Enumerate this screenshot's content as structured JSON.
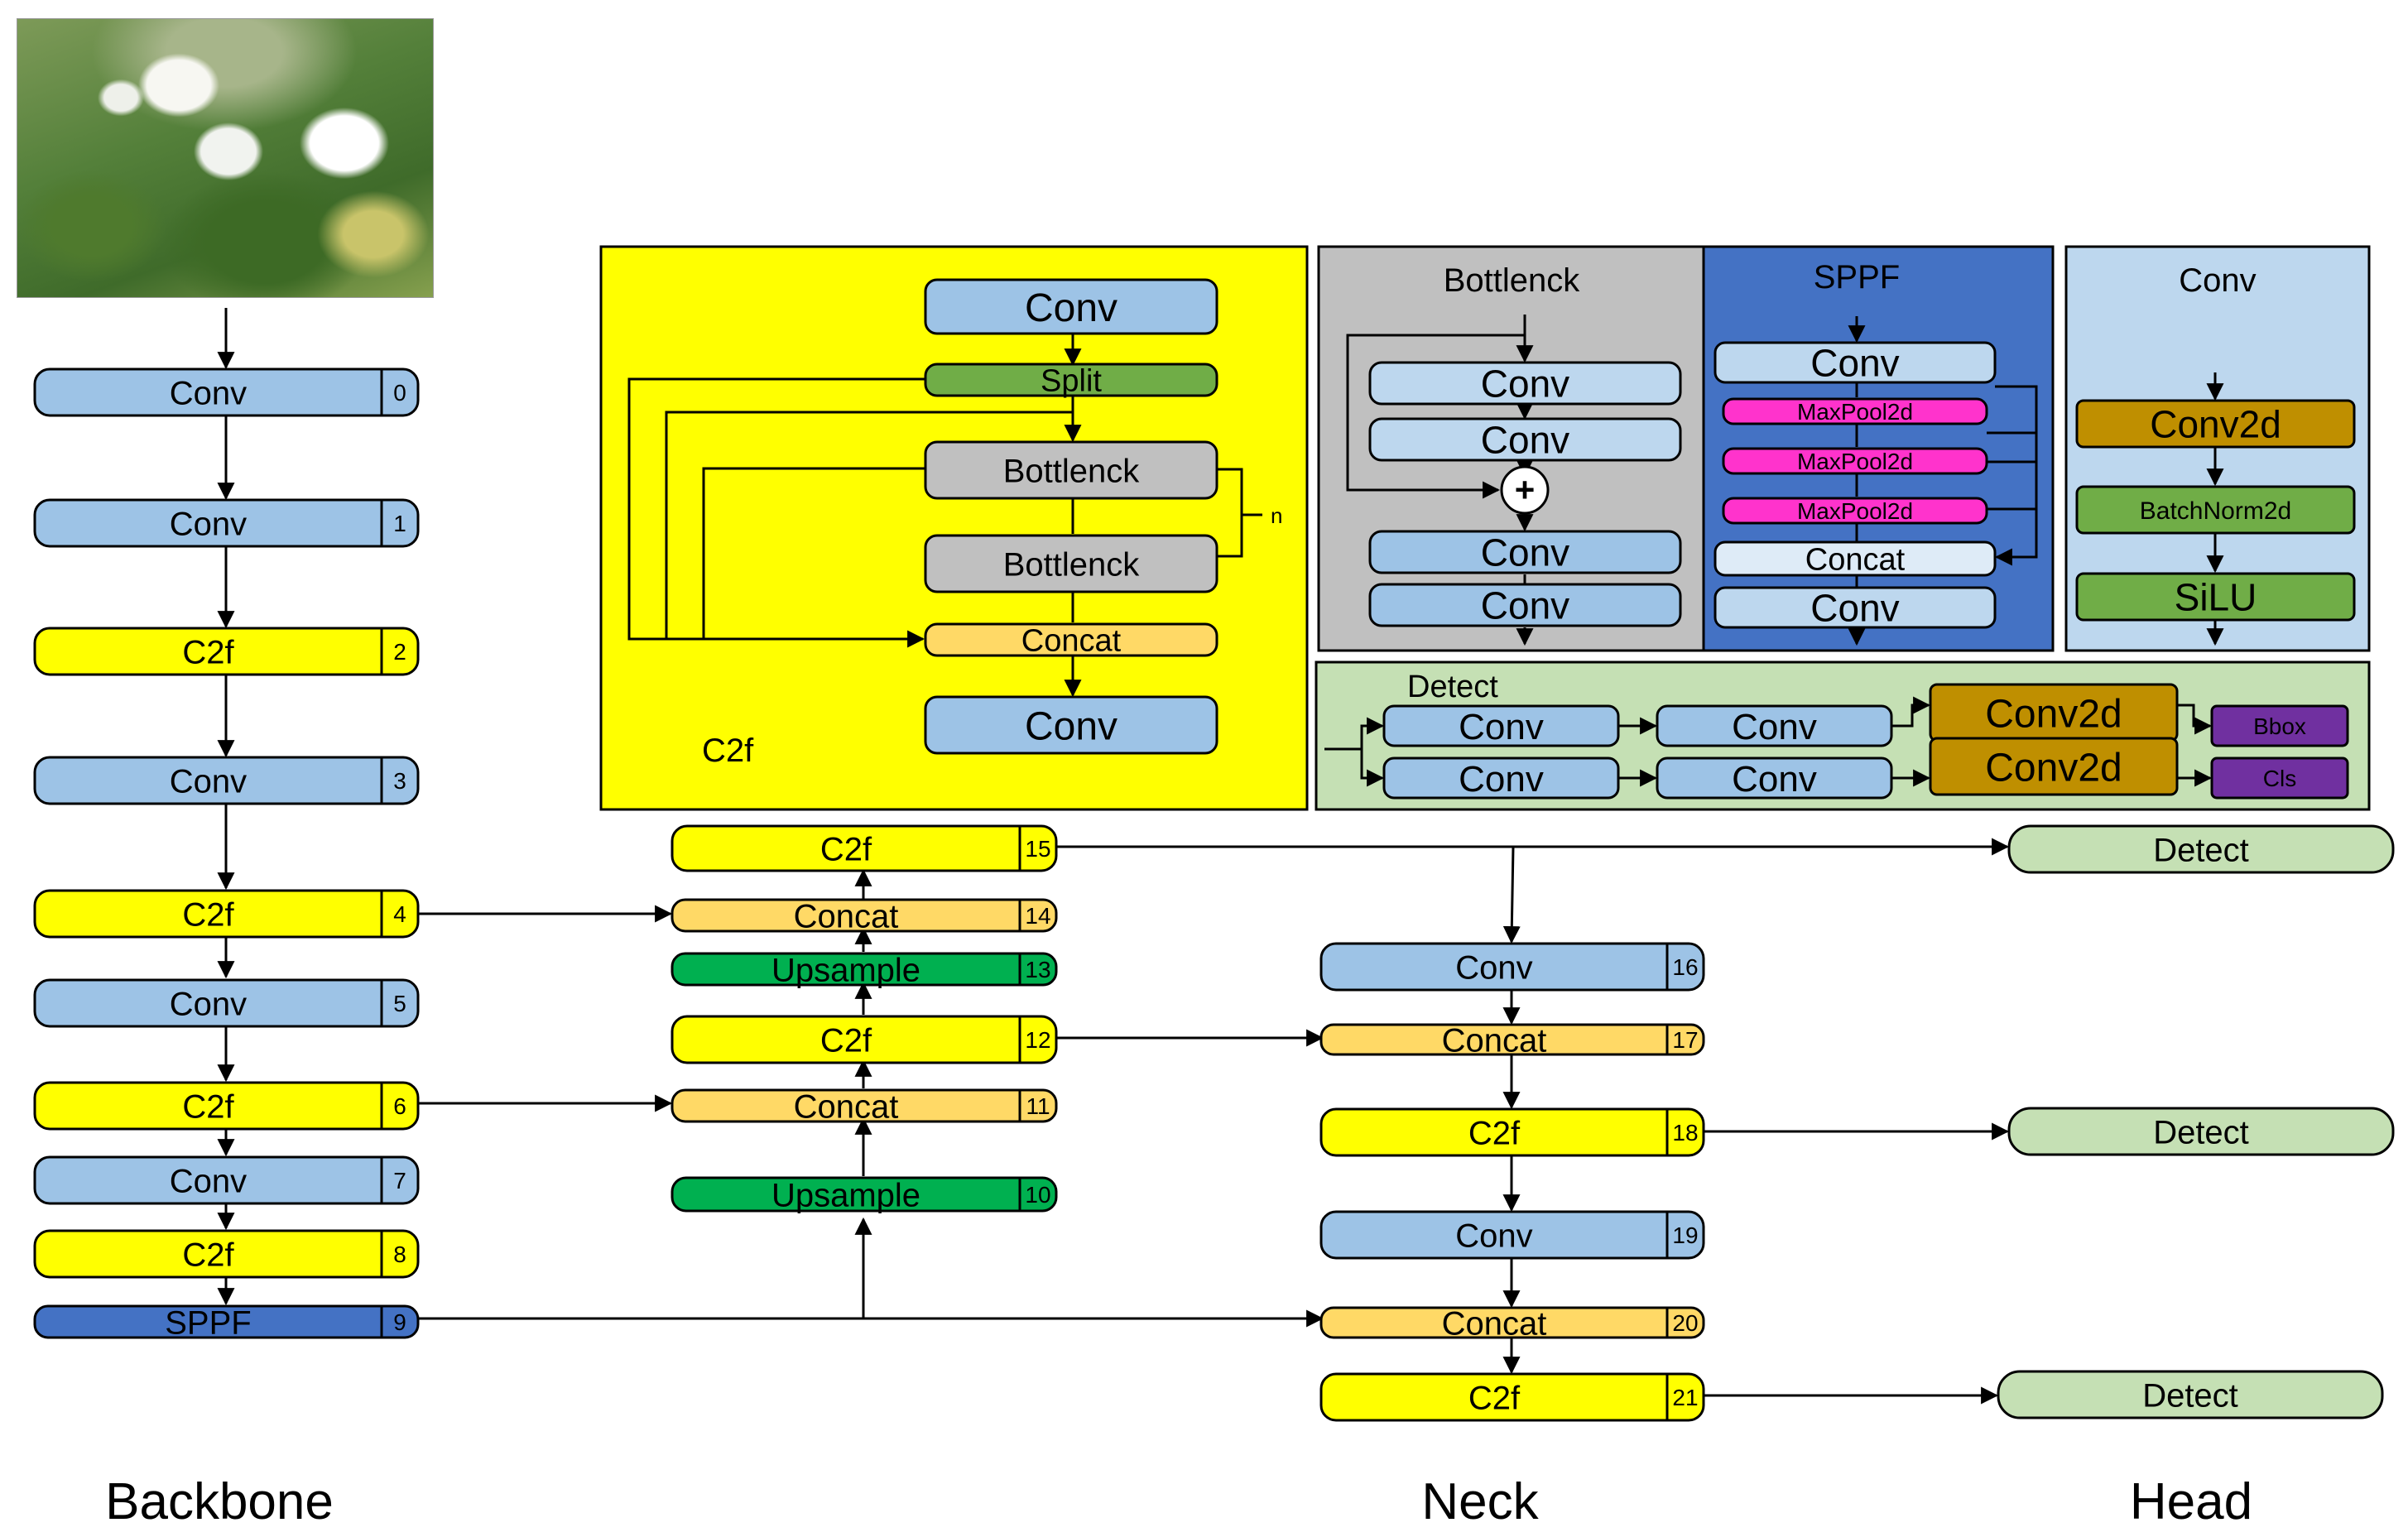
{
  "sections": {
    "backbone": "Backbone",
    "neck": "Neck",
    "head": "Head"
  },
  "photo": {
    "alt": "cotton field photo"
  },
  "backbone_nodes": [
    {
      "id": "0",
      "label": "Conv",
      "type": "conv"
    },
    {
      "id": "1",
      "label": "Conv",
      "type": "conv"
    },
    {
      "id": "2",
      "label": "C2f",
      "type": "c2f"
    },
    {
      "id": "3",
      "label": "Conv",
      "type": "conv"
    },
    {
      "id": "4",
      "label": "C2f",
      "type": "c2f"
    },
    {
      "id": "5",
      "label": "Conv",
      "type": "conv"
    },
    {
      "id": "6",
      "label": "C2f",
      "type": "c2f"
    },
    {
      "id": "7",
      "label": "Conv",
      "type": "conv"
    },
    {
      "id": "8",
      "label": "C2f",
      "type": "c2f"
    },
    {
      "id": "9",
      "label": "SPPF",
      "type": "sppf"
    }
  ],
  "neck_up_nodes": [
    {
      "id": "10",
      "label": "Upsample",
      "type": "upsample"
    },
    {
      "id": "11",
      "label": "Concat",
      "type": "concat"
    },
    {
      "id": "12",
      "label": "C2f",
      "type": "c2f"
    },
    {
      "id": "13",
      "label": "Upsample",
      "type": "upsample"
    },
    {
      "id": "14",
      "label": "Concat",
      "type": "concat"
    },
    {
      "id": "15",
      "label": "C2f",
      "type": "c2f"
    }
  ],
  "neck_down_nodes": [
    {
      "id": "16",
      "label": "Conv",
      "type": "conv"
    },
    {
      "id": "17",
      "label": "Concat",
      "type": "concat"
    },
    {
      "id": "18",
      "label": "C2f",
      "type": "c2f"
    },
    {
      "id": "19",
      "label": "Conv",
      "type": "conv"
    },
    {
      "id": "20",
      "label": "Concat",
      "type": "concat"
    },
    {
      "id": "21",
      "label": "C2f",
      "type": "c2f"
    }
  ],
  "head_nodes": [
    {
      "label": "Detect"
    },
    {
      "label": "Detect"
    },
    {
      "label": "Detect"
    }
  ],
  "c2f_panel": {
    "title": "C2f",
    "blocks": [
      "Conv",
      "Split",
      "Bottlenck",
      "Bottlenck",
      "Concat",
      "Conv"
    ],
    "repeat_label": "n"
  },
  "bottleneck_panel": {
    "title": "Bottlenck",
    "blocks": [
      "Conv",
      "Conv",
      "Conv",
      "Conv"
    ],
    "add_symbol": "+"
  },
  "sppf_panel": {
    "title": "SPPF",
    "blocks": [
      "Conv",
      "MaxPool2d",
      "MaxPool2d",
      "MaxPool2d",
      "Concat",
      "Conv"
    ]
  },
  "conv_panel": {
    "title": "Conv",
    "blocks": [
      "Conv2d",
      "BatchNorm2d",
      "SiLU"
    ]
  },
  "detect_panel": {
    "title": "Detect",
    "row1": [
      "Conv",
      "Conv",
      "Conv2d",
      "Bbox"
    ],
    "row2": [
      "Conv",
      "Conv",
      "Conv2d",
      "Cls"
    ]
  },
  "colors": {
    "conv": "#9dc3e6",
    "c2f": "#ffff00",
    "concat": "#ffd966",
    "upsample": "#00b050",
    "sppf": "#4472c4",
    "detect": "#c5e0b4",
    "split": "#70ad47",
    "bottleneck": "#c0c0c0",
    "maxpool": "#ff33cc",
    "conv2d": "#bf8f00",
    "bnorm": "#70ad47",
    "silu": "#70ad47",
    "cls_bbox": "#7030a0",
    "light_conv": "#bdd7ee"
  }
}
